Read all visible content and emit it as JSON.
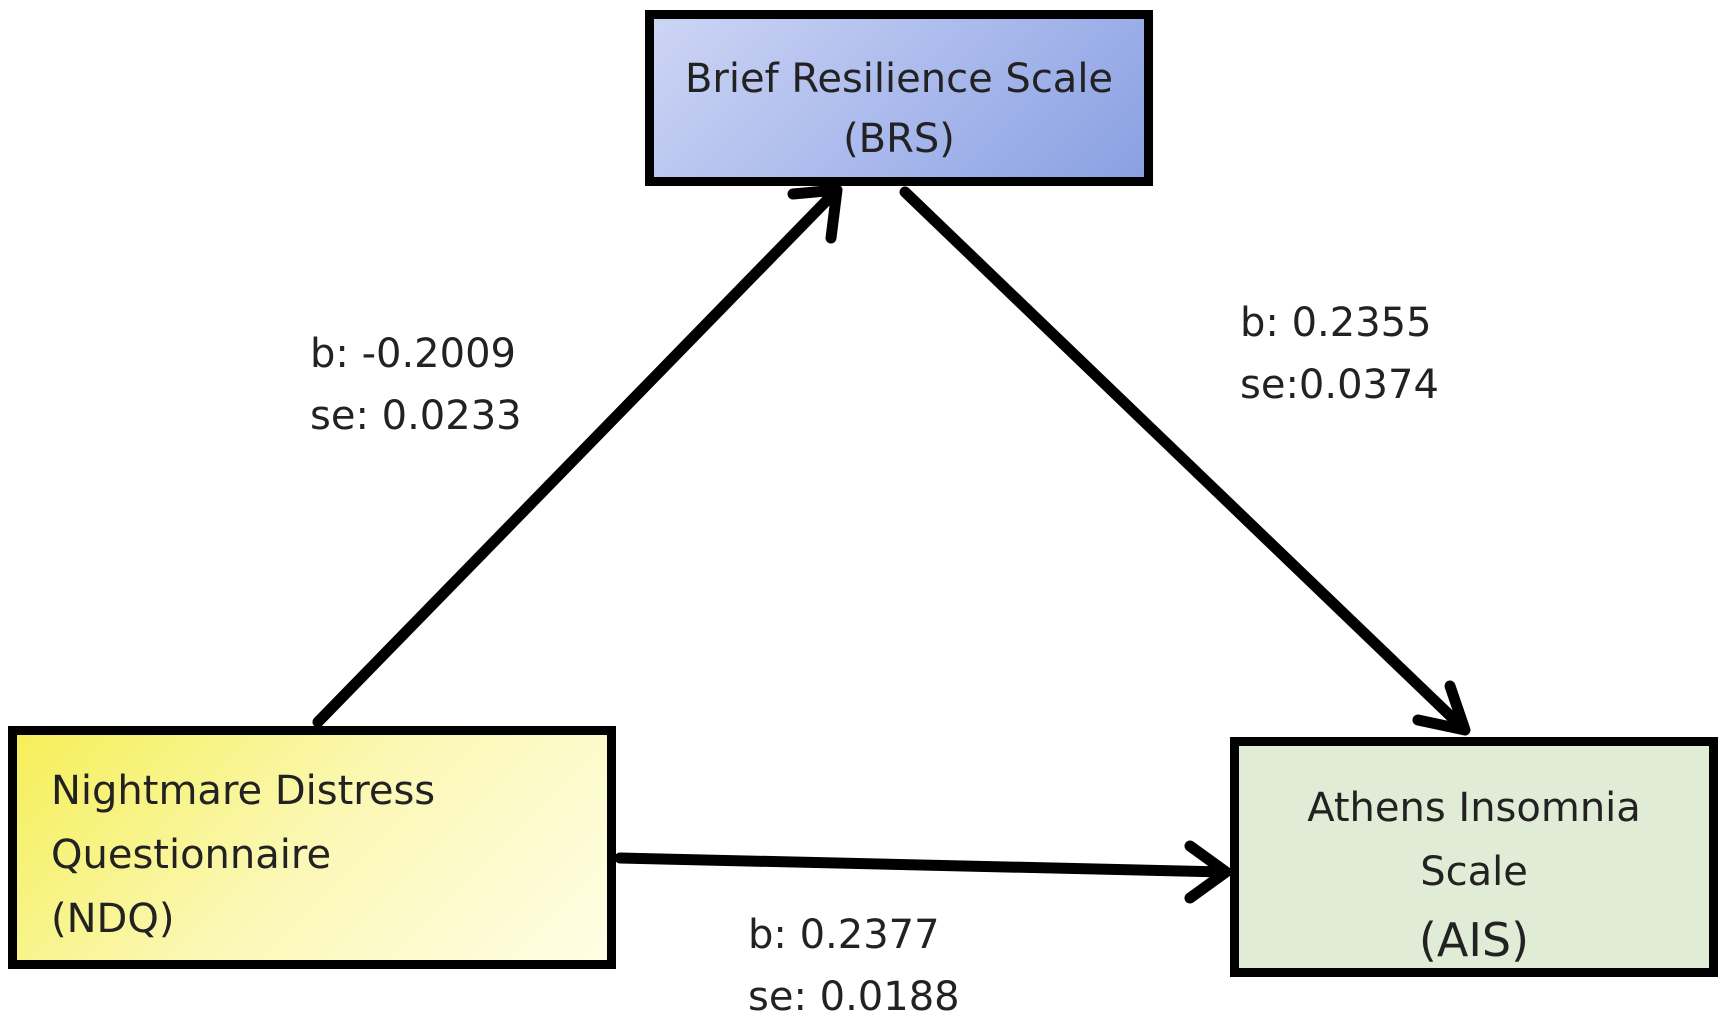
{
  "nodes": {
    "brs": {
      "line1": "Brief Resilience  Scale",
      "line2": "(BRS)",
      "fill": "#a8b8ec"
    },
    "ndq": {
      "line1": "Nightmare Distress",
      "line2": "Questionnaire",
      "line3": "(NDQ)",
      "fill": "#f8f48a"
    },
    "ais": {
      "line1": "Athens Insomnia",
      "line2": "Scale",
      "line3": "(AIS)",
      "fill": "#e1ecd6"
    }
  },
  "edges": {
    "ndq_to_brs": {
      "b": "b: -0.2009",
      "se": "se: 0.0233"
    },
    "brs_to_ais": {
      "b": "b: 0.2355",
      "se": "se:0.0374"
    },
    "ndq_to_ais": {
      "b": "b:  0.2377",
      "se": "se: 0.0188"
    }
  }
}
